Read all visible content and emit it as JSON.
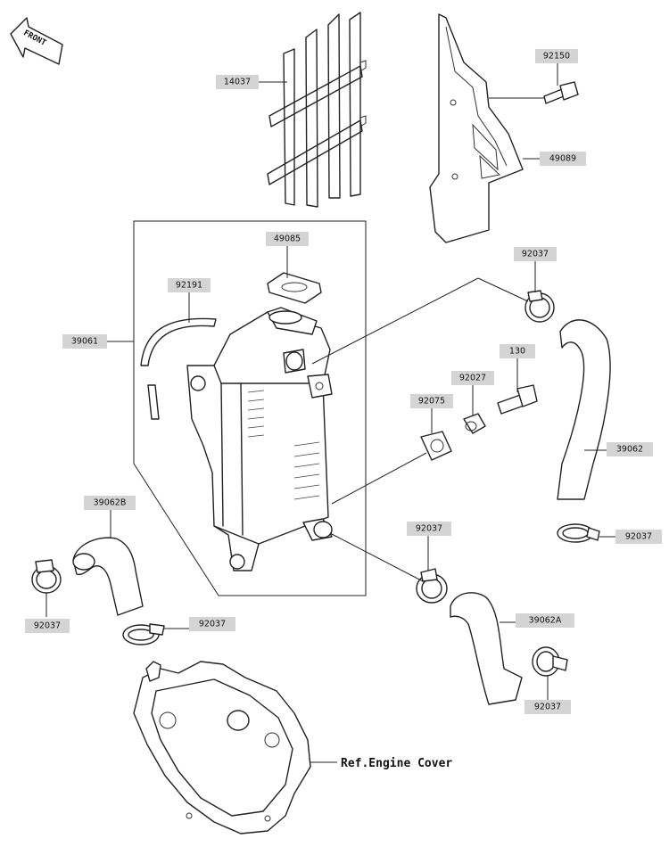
{
  "front_label": "FRONT",
  "ref_label": "Ref.Engine Cover",
  "parts": [
    {
      "id": "p14037",
      "number": "14037"
    },
    {
      "id": "p92150",
      "number": "92150"
    },
    {
      "id": "p49089",
      "number": "49089"
    },
    {
      "id": "p49085",
      "number": "49085"
    },
    {
      "id": "p92191",
      "number": "92191"
    },
    {
      "id": "p39061",
      "number": "39061"
    },
    {
      "id": "p92037a",
      "number": "92037"
    },
    {
      "id": "p130",
      "number": "130"
    },
    {
      "id": "p92027",
      "number": "92027"
    },
    {
      "id": "p92075",
      "number": "92075"
    },
    {
      "id": "p39062",
      "number": "39062"
    },
    {
      "id": "p92037b",
      "number": "92037"
    },
    {
      "id": "p39062B",
      "number": "39062B"
    },
    {
      "id": "p92037c",
      "number": "92037"
    },
    {
      "id": "p92037d",
      "number": "92037"
    },
    {
      "id": "p92037e",
      "number": "92037"
    },
    {
      "id": "p39062A",
      "number": "39062A"
    },
    {
      "id": "p92037f",
      "number": "92037"
    }
  ]
}
